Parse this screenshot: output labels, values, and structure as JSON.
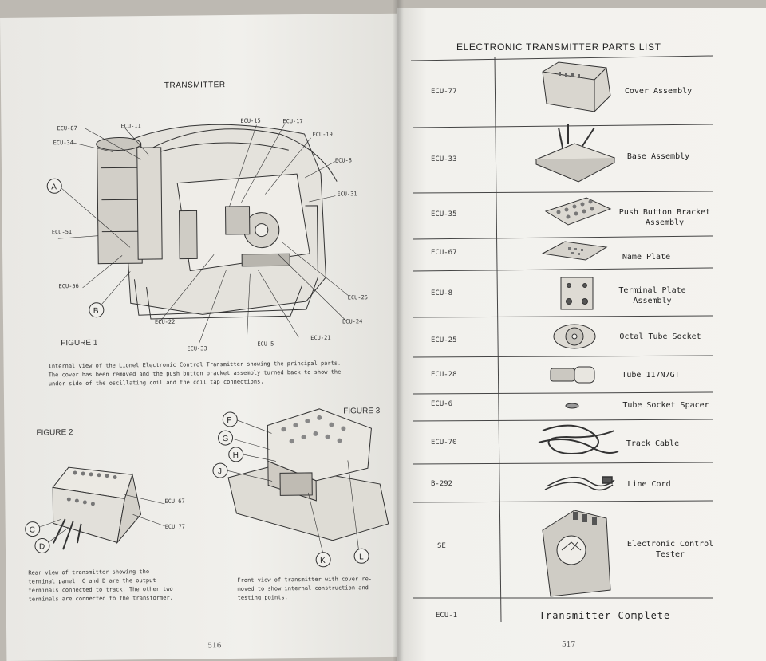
{
  "left_page": {
    "heading": "TRANSMITTER",
    "figure1": {
      "label": "FIGURE 1",
      "caption_lines": [
        "Internal view of the Lionel Electronic Control Transmitter showing the principal parts.",
        "The cover has been removed and the push button bracket assembly turned back to show the",
        "under side of the oscillating coil and the coil tap connections."
      ],
      "callouts": [
        "ECU-87",
        "ECU-11",
        "ECU-34",
        "ECU-15",
        "ECU-17",
        "ECU-19",
        "ECU-8",
        "ECU-31",
        "ECU-51",
        "ECU-56",
        "ECU-22",
        "ECU-33",
        "ECU-5",
        "ECU-21",
        "ECU-24",
        "ECU-25"
      ],
      "letters": [
        "A",
        "B"
      ]
    },
    "figure2": {
      "label": "FIGURE 2",
      "callouts": [
        "ECU 67",
        "ECU 77"
      ],
      "letters": [
        "C",
        "D"
      ],
      "caption_lines": [
        "Rear view of transmitter showing the",
        "terminal panel. C and D are the output",
        "terminals connected to track. The other two",
        "terminals are connected to the transformer."
      ]
    },
    "figure3": {
      "label": "FIGURE 3",
      "letters": [
        "F",
        "G",
        "H",
        "J",
        "K",
        "L"
      ],
      "caption_lines": [
        "Front view of transmitter with cover re-",
        "moved to show internal construction and",
        "testing points."
      ]
    },
    "page_number": "516"
  },
  "right_page": {
    "title": "ELECTRONIC TRANSMITTER PARTS LIST",
    "parts": [
      {
        "code": "ECU-77",
        "desc": [
          "Cover Assembly"
        ],
        "icon": "cover-assembly-icon"
      },
      {
        "code": "ECU-33",
        "desc": [
          "Base Assembly"
        ],
        "icon": "base-assembly-icon"
      },
      {
        "code": "ECU-35",
        "desc": [
          "Push Button Bracket",
          "Assembly"
        ],
        "icon": "push-button-bracket-icon"
      },
      {
        "code": "ECU-67",
        "desc": [
          "Name Plate"
        ],
        "icon": "name-plate-icon"
      },
      {
        "code": "ECU-8",
        "desc": [
          "Terminal Plate",
          "Assembly"
        ],
        "icon": "terminal-plate-icon"
      },
      {
        "code": "ECU-25",
        "desc": [
          "Octal Tube Socket"
        ],
        "icon": "octal-socket-icon"
      },
      {
        "code": "ECU-28",
        "desc": [
          "Tube 117N7GT"
        ],
        "icon": "vacuum-tube-icon"
      },
      {
        "code": "ECU-6",
        "desc": [
          "Tube Socket Spacer"
        ],
        "icon": "spacer-icon"
      },
      {
        "code": "ECU-70",
        "desc": [
          "Track Cable"
        ],
        "icon": "track-cable-icon"
      },
      {
        "code": "B-292",
        "desc": [
          "Line Cord"
        ],
        "icon": "line-cord-icon"
      },
      {
        "code": "SE",
        "desc": [
          "Electronic Control",
          "Tester"
        ],
        "icon": "tester-meter-icon"
      },
      {
        "code": "ECU-1",
        "desc": [
          "Transmitter Complete"
        ],
        "icon": ""
      }
    ],
    "page_number": "517"
  }
}
